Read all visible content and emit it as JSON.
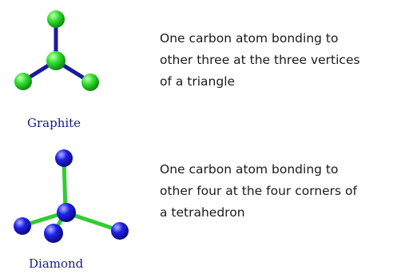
{
  "graphite": {
    "caption": "Graphite",
    "description_lines": [
      "One carbon atom bonding to",
      "other three at the three vertices",
      "of a triangle"
    ],
    "atom_color": "#22dd22",
    "bond_color": "#1a1a99",
    "icon": "graphite-trigonal-molecule-icon"
  },
  "diamond": {
    "caption": "Diamond",
    "description_lines": [
      "One carbon atom bonding to",
      "other four at the four corners of",
      "a tetrahedron"
    ],
    "atom_color": "#1a1ae0",
    "bond_color": "#33cc33",
    "icon": "diamond-tetrahedral-molecule-icon"
  }
}
